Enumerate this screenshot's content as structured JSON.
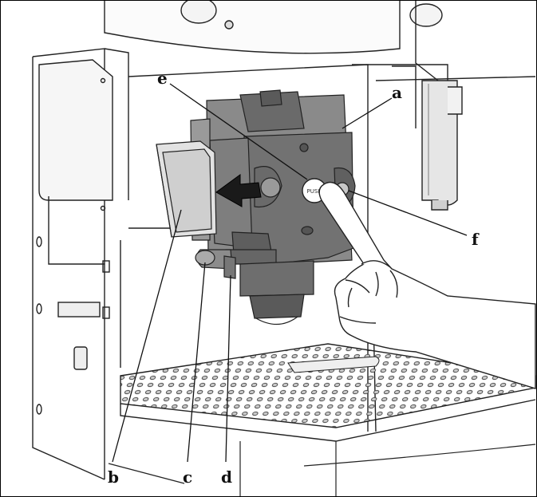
{
  "diagram": {
    "labels": {
      "a": "a",
      "b": "b",
      "c": "c",
      "d": "d",
      "e": "e",
      "f": "f"
    },
    "button_text": "PUSH",
    "colors": {
      "unit_body": "#6e6e6e",
      "unit_dark": "#555555",
      "panel": "#d6d6d6",
      "machine_line": "#222222",
      "tray": "#e8e8e8"
    }
  }
}
